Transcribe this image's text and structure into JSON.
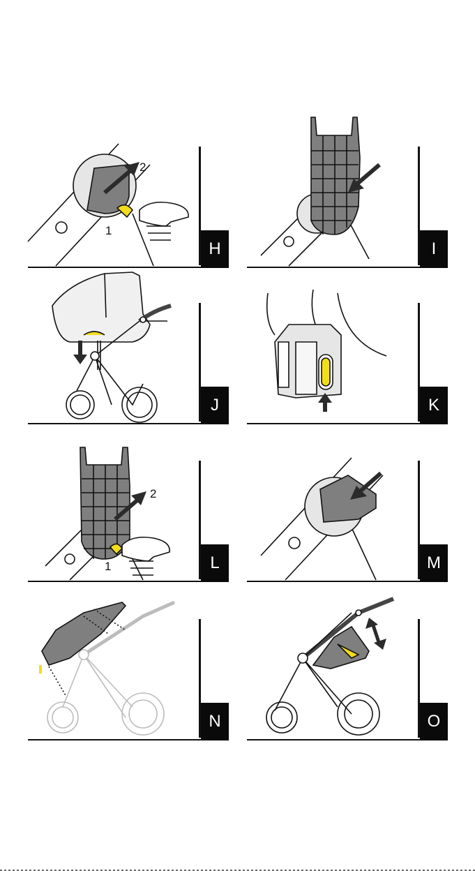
{
  "panels": [
    {
      "label": "H",
      "step_numbers": [
        "2",
        "1"
      ]
    },
    {
      "label": "I"
    },
    {
      "label": "J"
    },
    {
      "label": "K"
    },
    {
      "label": "L",
      "step_numbers": [
        "2",
        "1"
      ]
    },
    {
      "label": "M"
    },
    {
      "label": "N"
    },
    {
      "label": "O"
    }
  ],
  "colors": {
    "accent_yellow": "#f2dc1e",
    "fabric_gray": "#7f7f7f",
    "ink": "#111111",
    "frame_light": "#e6e6e6"
  }
}
